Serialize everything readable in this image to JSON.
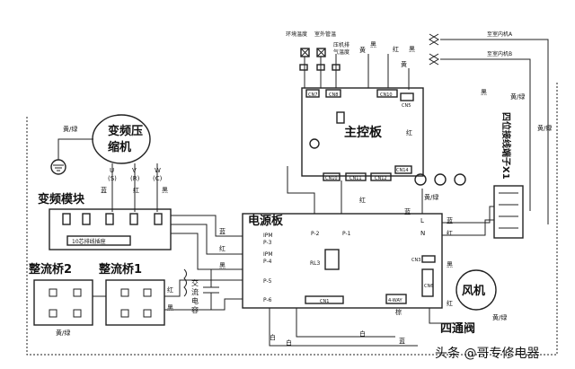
{
  "labels": {
    "compressor": [
      "变频压",
      "缩机"
    ],
    "main_board": "主控板",
    "inverter_module": "变频模块",
    "power_board": "电源板",
    "rectifier_bridge_2": "整流桥2",
    "rectifier_bridge_1": "整流桥1",
    "fan_motor": "风机",
    "four_way_valve": "四通阀",
    "terminal_block": "四位接线端子X1",
    "ambient_temp": "环境温度",
    "outdoor_pipe": "室外管温",
    "compressor_exhaust": [
      "压机排",
      "气温度"
    ],
    "indoor_unit_a": "至室内机A",
    "indoor_unit_b": "至室内机B",
    "ac_capacitor": [
      "交",
      "流",
      "电",
      "容"
    ],
    "module_terminal": "10芯排线插座",
    "ipm_labels": [
      "IPM",
      "P-3",
      "IPM",
      "P-4",
      "P-5",
      "P-6"
    ],
    "power_board_pins": [
      "P-2",
      "P-1",
      "L",
      "N"
    ],
    "relay": "RL3",
    "cn_labels": [
      "CN7",
      "CN8",
      "CN10",
      "CN5",
      "CN10",
      "CN11",
      "CN12",
      "CN14",
      "CN1",
      "CN6",
      "CN3"
    ],
    "valve_connector": "4-WAY",
    "module_pins": [
      "U",
      "V",
      "W",
      "(S)",
      "(R)",
      "(C)"
    ],
    "wire_colors": {
      "yellow_green": "黄/绿",
      "black": "黑",
      "red": "红",
      "blue": "蓝",
      "white": "白",
      "yellow": "黄",
      "brown": "棕"
    },
    "watermark": "头条 @哥专修电器"
  }
}
